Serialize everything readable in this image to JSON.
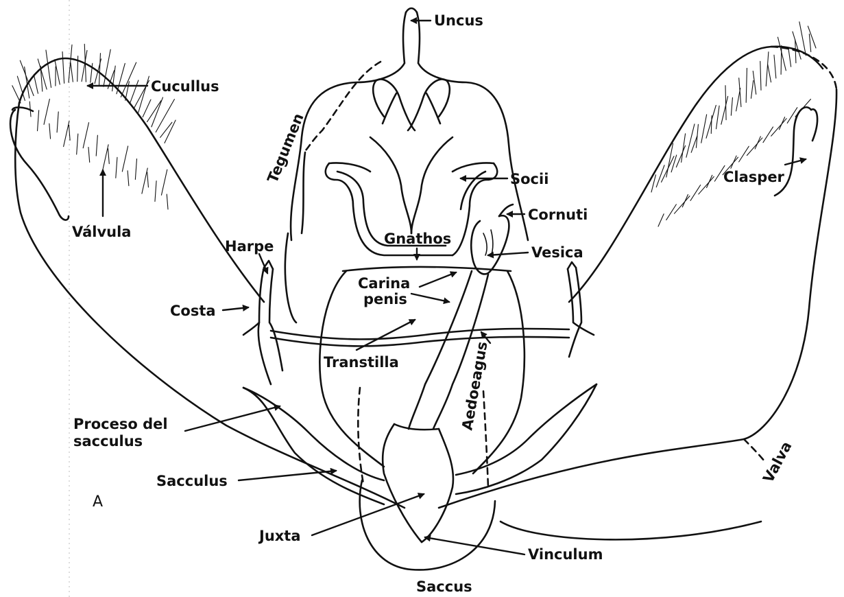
{
  "figure_letter": "A",
  "labels": {
    "uncus": "Uncus",
    "cucullus": "Cucullus",
    "tegumen": "Tegumen",
    "socii": "Socii",
    "clasper": "Clasper",
    "valvula": "Válvula",
    "cornuti": "Cornuti",
    "gnathos": "Gnathos",
    "vesica": "Vesica",
    "harpe": "Harpe",
    "carina_line1": "Carina",
    "carina_line2": "penis",
    "costa": "Costa",
    "transtilla": "Transtilla",
    "aedoeagus": "Aedoeagus",
    "proceso_line1": "Proceso del",
    "proceso_line2": "sacculus",
    "valva": "Valva",
    "sacculus": "Sacculus",
    "juxta": "Juxta",
    "vinculum": "Vinculum",
    "saccus": "Saccus"
  }
}
